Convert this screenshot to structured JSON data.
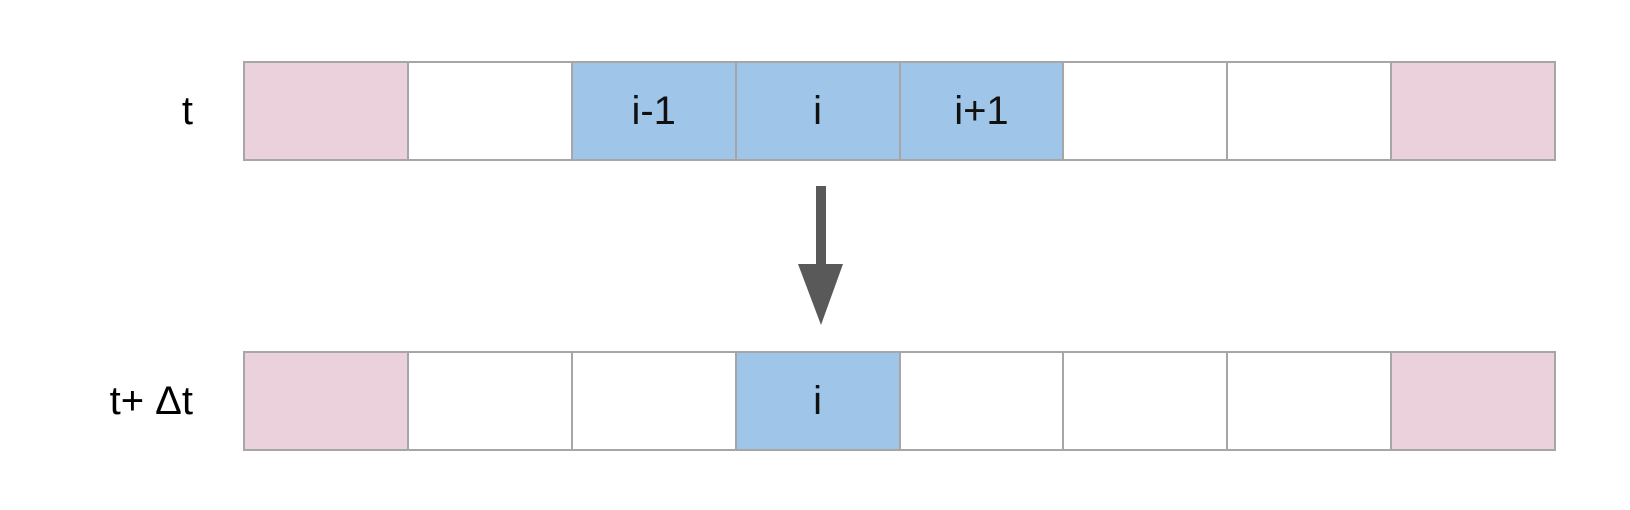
{
  "colors": {
    "ghost_cell": "#ead1dc",
    "active_cell": "#9fc5e8",
    "empty_cell": "#ffffff",
    "cell_border": "#a6a6a6",
    "arrow": "#595959"
  },
  "rows": [
    {
      "label": "t",
      "cells": [
        {
          "text": "",
          "kind": "ghost"
        },
        {
          "text": "",
          "kind": "empty"
        },
        {
          "text": "i-1",
          "kind": "active"
        },
        {
          "text": "i",
          "kind": "active"
        },
        {
          "text": "i+1",
          "kind": "active"
        },
        {
          "text": "",
          "kind": "empty"
        },
        {
          "text": "",
          "kind": "empty"
        },
        {
          "text": "",
          "kind": "ghost"
        }
      ]
    },
    {
      "label": "t+ Δt",
      "cells": [
        {
          "text": "",
          "kind": "ghost"
        },
        {
          "text": "",
          "kind": "empty"
        },
        {
          "text": "",
          "kind": "empty"
        },
        {
          "text": "i",
          "kind": "active"
        },
        {
          "text": "",
          "kind": "empty"
        },
        {
          "text": "",
          "kind": "empty"
        },
        {
          "text": "",
          "kind": "empty"
        },
        {
          "text": "",
          "kind": "ghost"
        }
      ]
    }
  ],
  "arrow_icon": "arrow-down-icon"
}
